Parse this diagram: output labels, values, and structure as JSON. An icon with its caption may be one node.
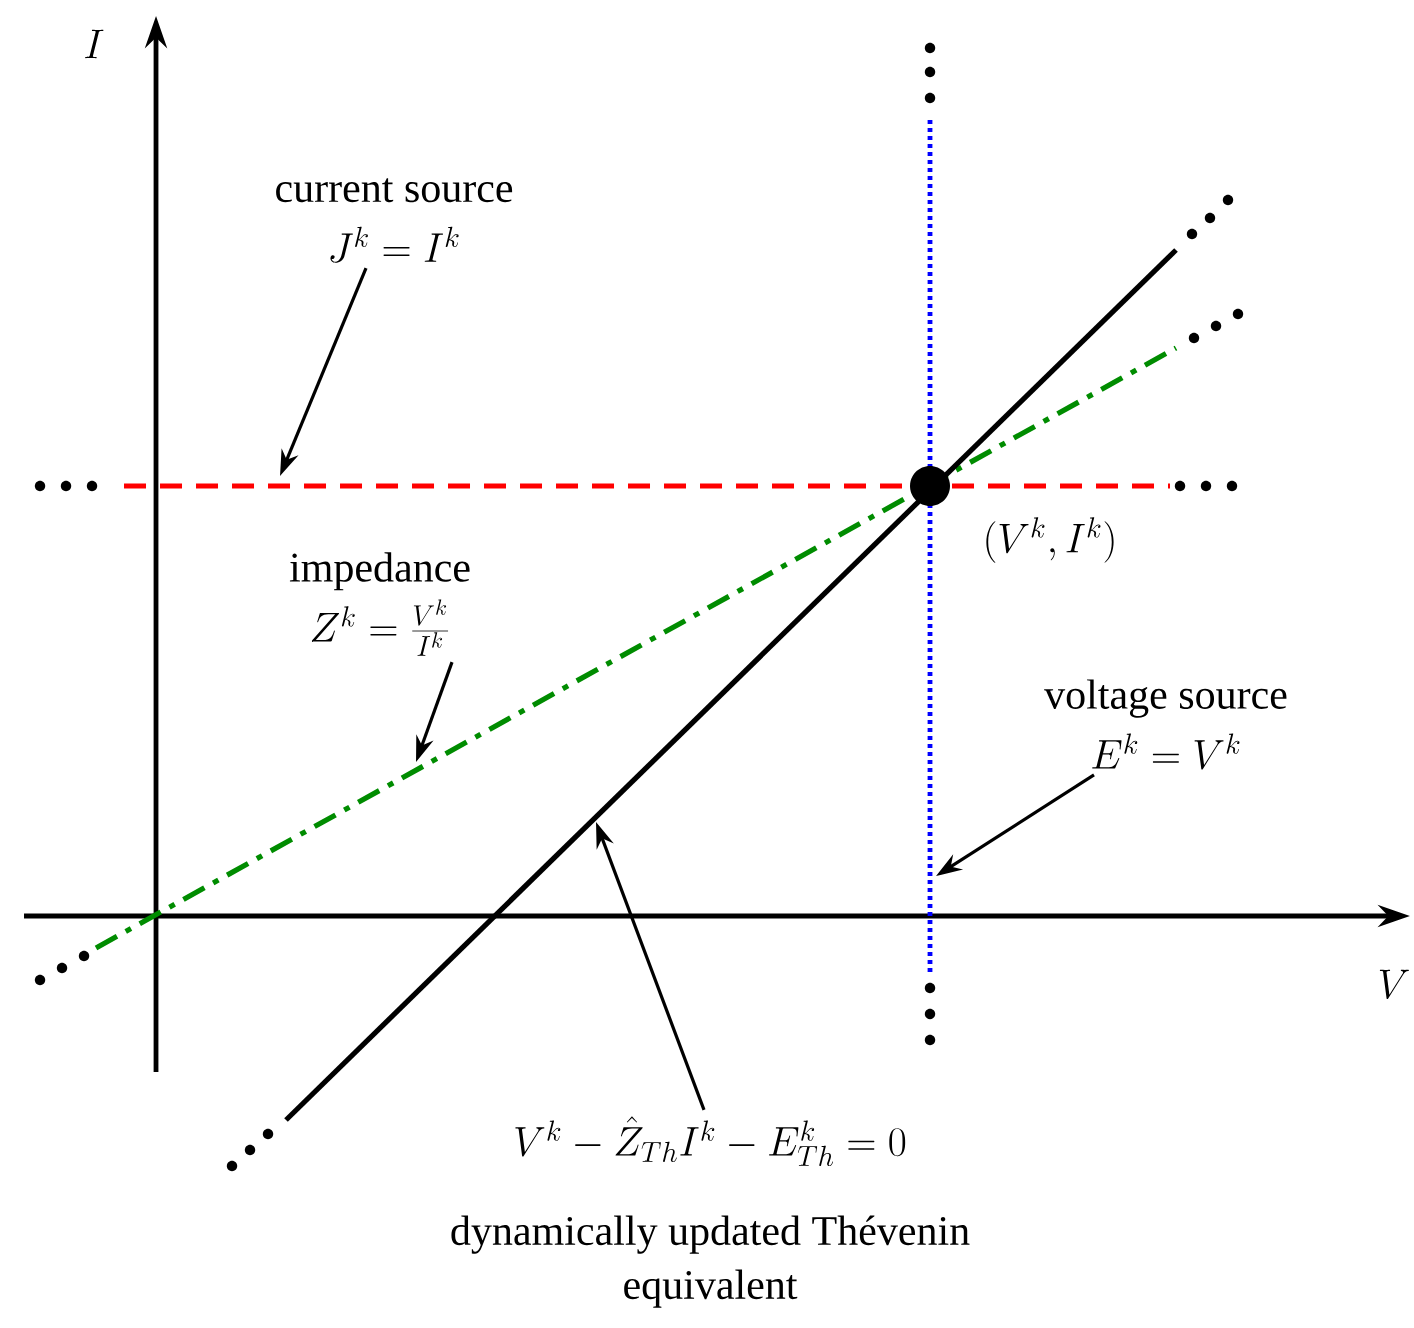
{
  "diagram": {
    "nodes": [
      {
        "text": [
          "current source",
          "J^k = I^k"
        ]
      },
      {
        "text": [
          "impedance",
          "Z^k = \\frac{V^k}{I^k}"
        ]
      },
      {
        "text": [
          "voltage source",
          "E^k = V^k"
        ]
      },
      {
        "text": [
          "V^k - \\hat{Z}_{Th} I^k - E^k_{Th} = 0",
          "dynamically updated Thévenin equivalent"
        ]
      }
    ],
    "edges": [
      {
        "from": 0,
        "to": null,
        "arrow": "to"
      },
      {
        "from": 1,
        "to": null,
        "arrow": "to"
      },
      {
        "from": 2,
        "to": null,
        "arrow": "to"
      },
      {
        "from": 3,
        "to": null,
        "arrow": "to"
      }
    ],
    "labels": [
      "I",
      "V",
      "(V^k, I^k)"
    ]
  }
}
